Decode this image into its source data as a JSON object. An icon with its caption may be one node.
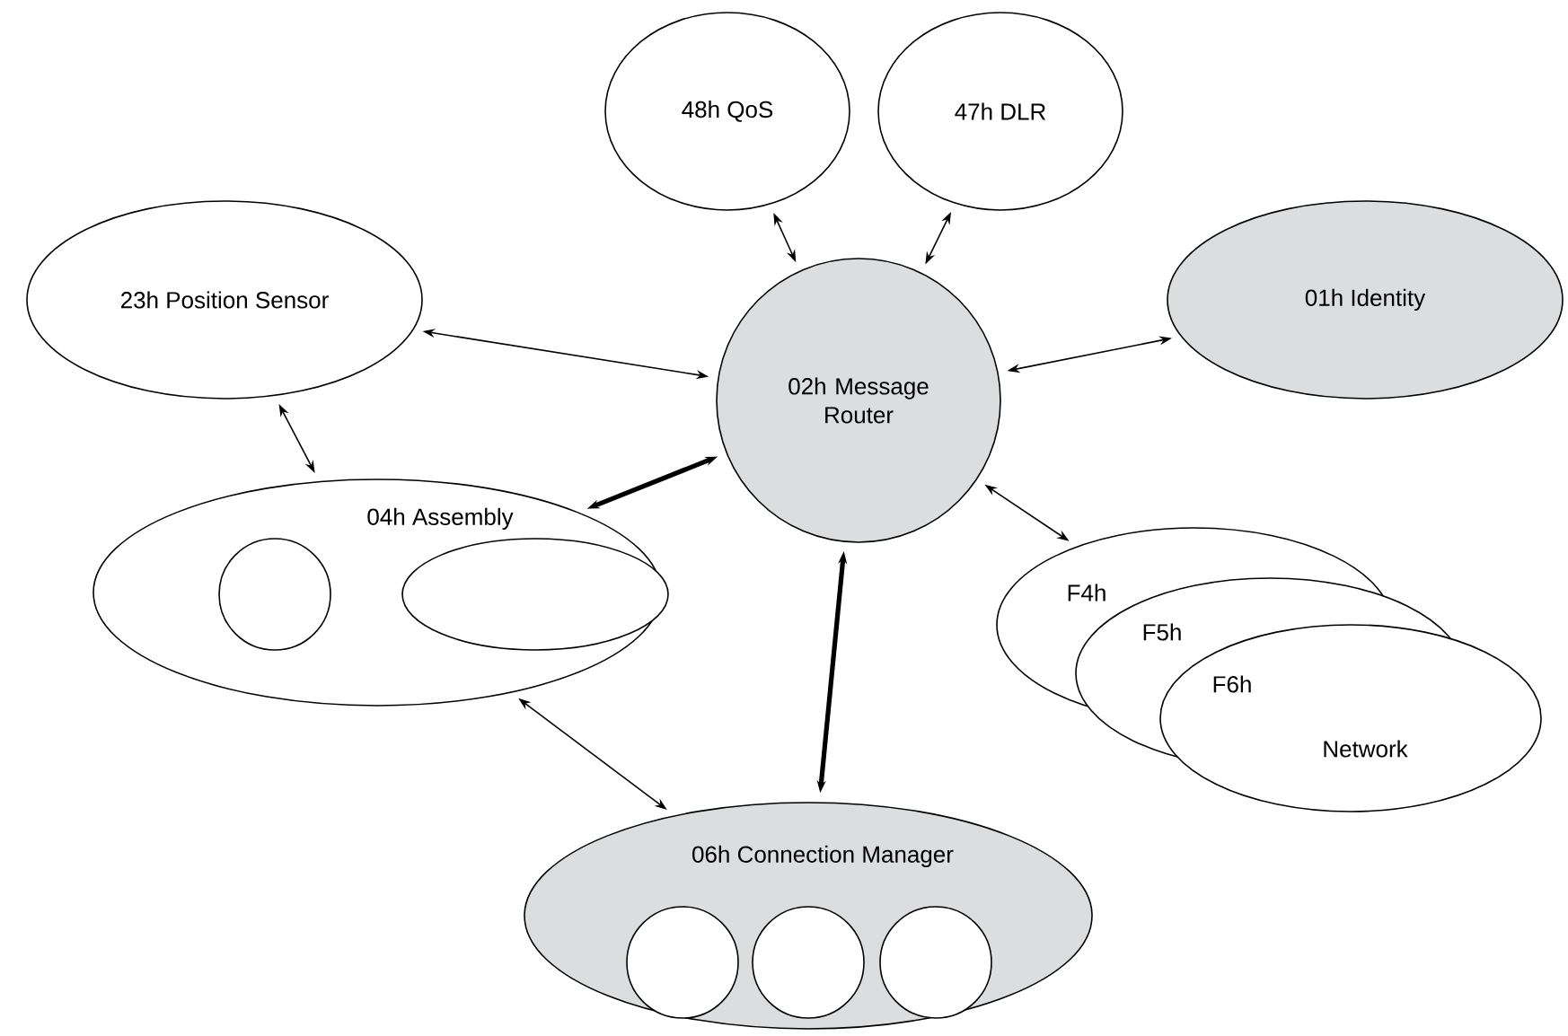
{
  "diagram": {
    "nodes": [
      {
        "text": [
          "48h QoS"
        ]
      },
      {
        "text": [
          "47h DLR"
        ]
      },
      {
        "text": [
          "23h Position Sensor"
        ]
      },
      {
        "text": [
          "02h Message Router"
        ]
      },
      {
        "text": [
          "01h Identity"
        ]
      },
      {
        "text": [
          "04h Assembly"
        ]
      },
      {
        "text": [],
        "shape": "circle",
        "in": 5
      },
      {
        "text": [],
        "shape": "ellipse",
        "in": 5
      },
      {
        "text": [
          "F4h"
        ]
      },
      {
        "text": [
          "F5h"
        ]
      },
      {
        "text": [
          "F6h",
          "Network"
        ]
      },
      {
        "text": [
          "06h Connection Manager"
        ]
      },
      {
        "text": [],
        "shape": "circle",
        "in": 11
      },
      {
        "text": [],
        "shape": "circle",
        "in": 11
      },
      {
        "text": [],
        "shape": "circle",
        "in": 11
      }
    ],
    "edges": [
      {
        "from": 0,
        "to": 3,
        "arrow": "both"
      },
      {
        "from": 1,
        "to": 3,
        "arrow": "both"
      },
      {
        "from": 2,
        "to": 3,
        "arrow": "both"
      },
      {
        "from": 3,
        "to": 4,
        "arrow": "both"
      },
      {
        "from": 2,
        "to": 5,
        "arrow": "both"
      },
      {
        "from": 3,
        "to": 5,
        "arrow": "both",
        "style": "thick"
      },
      {
        "from": 3,
        "to": 8,
        "arrow": "both"
      },
      {
        "from": 3,
        "to": 11,
        "arrow": "both",
        "style": "thick"
      },
      {
        "from": 5,
        "to": 11,
        "arrow": "both"
      }
    ]
  }
}
